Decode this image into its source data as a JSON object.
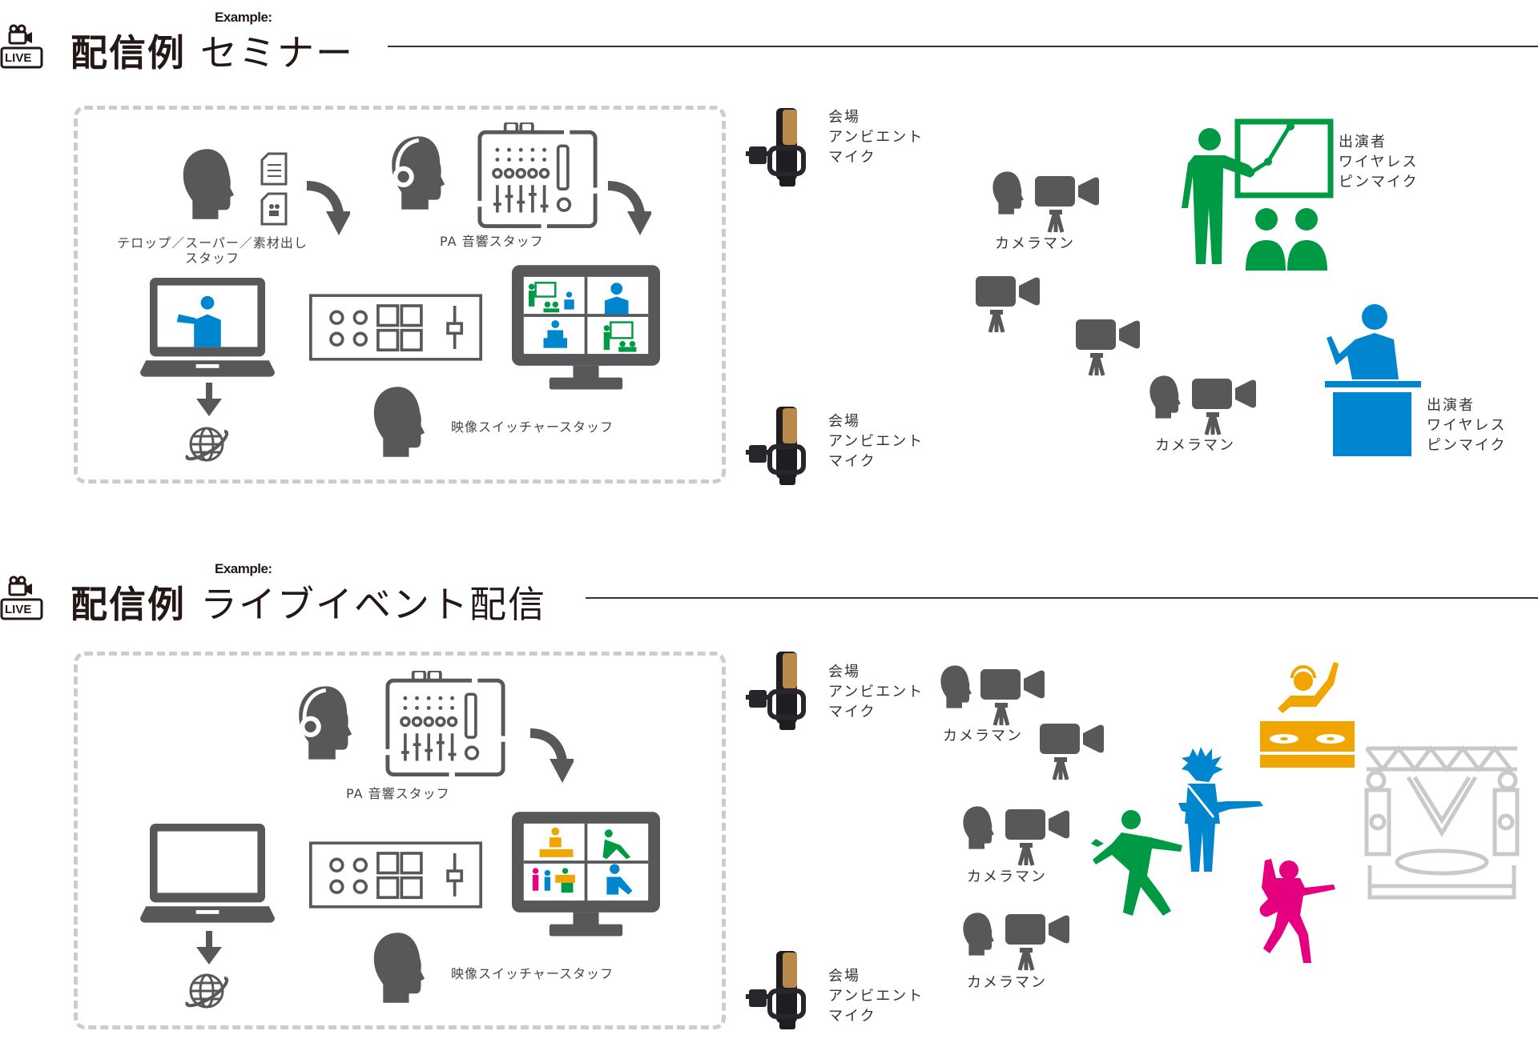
{
  "colors": {
    "icon_grey": "#58585a",
    "green": "#009a44",
    "blue": "#0086cf",
    "orange": "#f0a500",
    "pink": "#e4007f",
    "stage_grey": "#c9c9c9",
    "dash": "#cccccc",
    "mic_gold": "#b8894a"
  },
  "live_icon_text": "LIVE",
  "section1": {
    "example": "Example:",
    "title_main": "配信例",
    "title_sub": "セミナー",
    "telop_staff": "テロップ／スーパー／素材出し",
    "telop_staff2": "スタッフ",
    "pa_staff": "PA 音響スタッフ",
    "switcher_staff": "映像スイッチャースタッフ",
    "ambient_mic_1": "会場\nアンビエント\nマイク",
    "ambient_mic_2": "会場\nアンビエント\nマイク",
    "cameraman_1": "カメラマン",
    "cameraman_2": "カメラマン",
    "performer_mic_1": "出演者\nワイヤレス\nピンマイク",
    "performer_mic_2": "出演者\nワイヤレス\nピンマイク"
  },
  "section2": {
    "example": "Example:",
    "title_main": "配信例",
    "title_sub": "ライブイベント配信",
    "pa_staff": "PA 音響スタッフ",
    "switcher_staff": "映像スイッチャースタッフ",
    "ambient_mic_1": "会場\nアンビエント\nマイク",
    "ambient_mic_2": "会場\nアンビエント\nマイク",
    "cameraman_1": "カメラマン",
    "cameraman_2": "カメラマン",
    "cameraman_3": "カメラマン"
  }
}
